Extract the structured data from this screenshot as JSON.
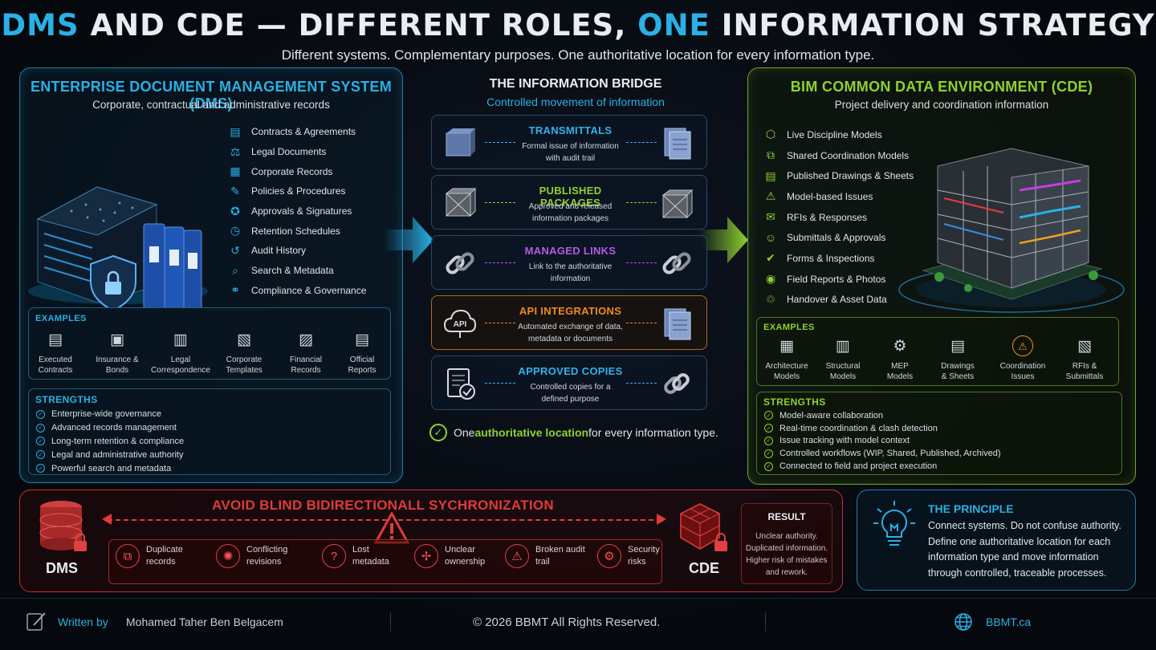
{
  "header": {
    "title_part1": "DMS",
    "title_part2": " AND CDE — DIFFERENT ROLES, ",
    "title_part3": "ONE",
    "title_part4": " INFORMATION STRATEGY",
    "subtitle": "Different systems. Complementary purposes. One authoritative location for every information type."
  },
  "dms": {
    "title": "ENTERPRISE DOCUMENT MANAGEMENT SYSTEM (DMS)",
    "subtitle": "Corporate, contractual and administrative records",
    "items": [
      "Contracts & Agreements",
      "Legal Documents",
      "Corporate Records",
      "Policies & Procedures",
      "Approvals & Signatures",
      "Retention Schedules",
      "Audit History",
      "Search & Metadata",
      "Compliance & Governance"
    ],
    "examples_label": "EXAMPLES",
    "examples": [
      {
        "l1": "Executed",
        "l2": "Contracts"
      },
      {
        "l1": "Insurance &",
        "l2": "Bonds"
      },
      {
        "l1": "Legal",
        "l2": "Correspondence"
      },
      {
        "l1": "Corporate",
        "l2": "Templates"
      },
      {
        "l1": "Financial",
        "l2": "Records"
      },
      {
        "l1": "Official",
        "l2": "Reports"
      }
    ],
    "strengths_label": "STRENGTHS",
    "strengths": [
      "Enterprise-wide governance",
      "Advanced records management",
      "Long-term retention & compliance",
      "Legal and administrative authority",
      "Powerful search and metadata"
    ]
  },
  "bridge": {
    "title": "THE INFORMATION BRIDGE",
    "subtitle": "Controlled movement of information",
    "items": [
      {
        "name": "TRANSMITTALS",
        "d1": "Formal issue of information",
        "d2": "with audit trail",
        "color": "#2fb3e8"
      },
      {
        "name": "PUBLISHED PACKAGES",
        "d1": "Approved and released",
        "d2": "information packages",
        "color": "#8fd12e"
      },
      {
        "name": "MANAGED LINKS",
        "d1": "Link to the authoritative",
        "d2": "information",
        "color": "#b45ae6"
      },
      {
        "name": "API INTEGRATIONS",
        "d1": "Automated exchange of data,",
        "d2": "metadata or documents",
        "color": "#f08a1e"
      },
      {
        "name": "APPROVED COPIES",
        "d1": "Controlled copies for a",
        "d2": "defined purpose",
        "color": "#2fb3e8"
      }
    ],
    "api_icon_label": "API",
    "footer_pre": "One ",
    "footer_hl": "authoritative location",
    "footer_post": " for every information type."
  },
  "cde": {
    "title": "BIM COMMON DATA ENVIRONMENT (CDE)",
    "subtitle": "Project delivery and coordination information",
    "items": [
      "Live Discipline Models",
      "Shared Coordination Models",
      "Published Drawings & Sheets",
      "Model-based Issues",
      "RFIs & Responses",
      "Submittals & Approvals",
      "Forms & Inspections",
      "Field Reports & Photos",
      "Handover & Asset Data"
    ],
    "examples_label": "EXAMPLES",
    "examples": [
      {
        "l1": "Architecture",
        "l2": "Models"
      },
      {
        "l1": "Structural",
        "l2": "Models"
      },
      {
        "l1": "MEP",
        "l2": "Models"
      },
      {
        "l1": "Drawings",
        "l2": "& Sheets"
      },
      {
        "l1": "Coordination",
        "l2": "Issues"
      },
      {
        "l1": "RFIs &",
        "l2": "Submittals"
      }
    ],
    "strengths_label": "STRENGTHS",
    "strengths": [
      "Model-aware collaboration",
      "Real-time coordination & clash detection",
      "Issue tracking with model context",
      "Controlled workflows (WIP, Shared, Published, Archived)",
      "Connected to field and project execution"
    ]
  },
  "avoid": {
    "title": "AVOID BLIND BIDIRECTIONALL SYCHRONIZATION",
    "left_label": "DMS",
    "right_label": "CDE",
    "problems": [
      {
        "l1": "Duplicate",
        "l2": "records"
      },
      {
        "l1": "Conflicting",
        "l2": "revisions"
      },
      {
        "l1": "Lost",
        "l2": "metadata"
      },
      {
        "l1": "Unclear",
        "l2": "ownership"
      },
      {
        "l1": "Broken audit",
        "l2": "trail"
      },
      {
        "l1": "Security",
        "l2": "risks"
      }
    ],
    "result_label": "RESULT",
    "result_lines": [
      "Unclear authority.",
      "Duplicated information.",
      "Higher risk of mistakes",
      "and rework."
    ]
  },
  "principle": {
    "title": "THE PRINCIPLE",
    "lines": [
      "Connect systems. Do not confuse authority.",
      "Define one authoritative location for each",
      "information type and move information",
      "through controlled, traceable processes."
    ]
  },
  "footer": {
    "written_by": "Written by",
    "author": "Mohamed Taher Ben Belgacem",
    "copyright": "© 2026  BBMT All Rights Reserved.",
    "site": "BBMT.ca"
  },
  "colors": {
    "blue": "#2ab0e6",
    "green": "#8fd12e",
    "red": "#e03a3a",
    "purple": "#b45ae6",
    "orange": "#f08a1e"
  }
}
